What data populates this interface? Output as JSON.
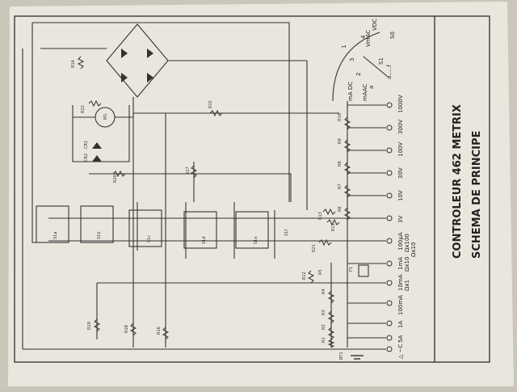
{
  "document": {
    "title_line1": "CONTROLEUR 462  METRIX",
    "title_line2": "SCHEMA DE PRINCIPE"
  },
  "selector": {
    "label_s1": "S1",
    "label_s0": "S0",
    "label_vmac": "VmAC",
    "label_vdc": "VDC",
    "label_madc": "mA DC",
    "label_maac": "mAAC",
    "pos_1": "1",
    "pos_2": "2",
    "pos_3": "3",
    "pos_4": "4",
    "pos_a": "a",
    "pos_range": "a.....f"
  },
  "ranges": [
    {
      "label": "△ ~C",
      "sub": ""
    },
    {
      "label": "5A",
      "sub": ""
    },
    {
      "label": "1A",
      "sub": ""
    },
    {
      "label": "100mA",
      "sub": ""
    },
    {
      "label": "10mA",
      "sub": "Ωx1"
    },
    {
      "label": "1mA",
      "sub": "Ωx10"
    },
    {
      "label": "100µA",
      "sub": "Ωx100"
    },
    {
      "label": "3V",
      "sub": ""
    },
    {
      "label": "10V",
      "sub": ""
    },
    {
      "label": "30V",
      "sub": ""
    },
    {
      "label": "100V",
      "sub": ""
    },
    {
      "label": "300V",
      "sub": ""
    },
    {
      "label": "1000V",
      "sub": ""
    }
  ],
  "bottom_label": "Ωx10",
  "components": {
    "bt1": "BT1",
    "f1": "F1",
    "r1": "R1",
    "r2": "R2",
    "r3": "R3",
    "r4": "R4",
    "r5": "R5",
    "r6": "R6",
    "r7": "R7",
    "r8": "R8",
    "r9": "R9",
    "r10": "R10",
    "r11": "R11",
    "r12": "R12",
    "r13": "R13",
    "r14": "R14",
    "r15": "R15",
    "r16": "R16",
    "r17": "R17",
    "r18": "R18",
    "r19": "R19",
    "r20": "R20",
    "r21": "R21",
    "r22": "R22",
    "s1a": "S1a",
    "s1b": "S1b",
    "s1c": "S1c",
    "s1d": "S1d",
    "s1e": "S1e",
    "s1f": "S1f",
    "cr1": "CR1",
    "cr2": "CR2",
    "m1": "M1"
  }
}
